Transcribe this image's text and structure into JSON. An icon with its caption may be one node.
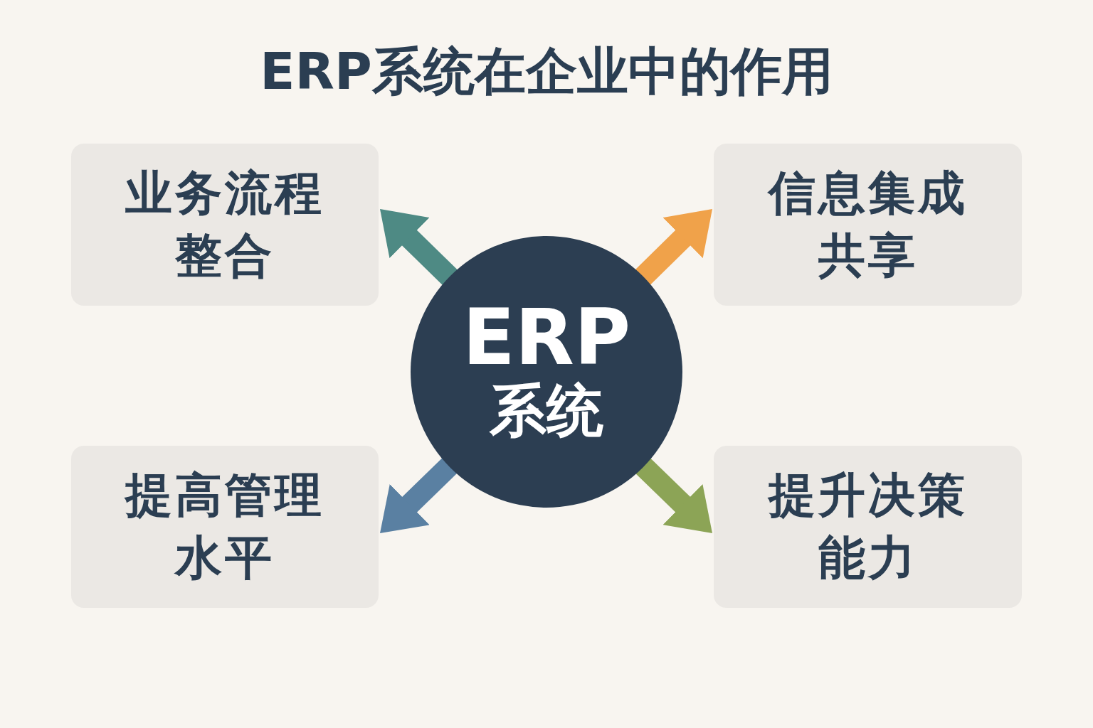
{
  "diagram": {
    "title": "ERP系统在企业中的作用",
    "nodes": [
      {
        "text": [
          "业务流程整合"
        ]
      },
      {
        "text": [
          "信息集成共享"
        ]
      },
      {
        "text": [
          "ERP",
          "系统"
        ]
      },
      {
        "text": [
          "提高管理水平"
        ]
      },
      {
        "text": [
          "提升决策能力"
        ]
      }
    ],
    "edges": [
      {
        "from": 2,
        "to": 0,
        "arrow": "to",
        "color": "#4e8a84"
      },
      {
        "from": 2,
        "to": 1,
        "arrow": "to",
        "color": "#f0a24a"
      },
      {
        "from": 2,
        "to": 3,
        "arrow": "to",
        "color": "#5a80a2"
      },
      {
        "from": 2,
        "to": 4,
        "arrow": "to",
        "color": "#8ca456"
      }
    ]
  }
}
